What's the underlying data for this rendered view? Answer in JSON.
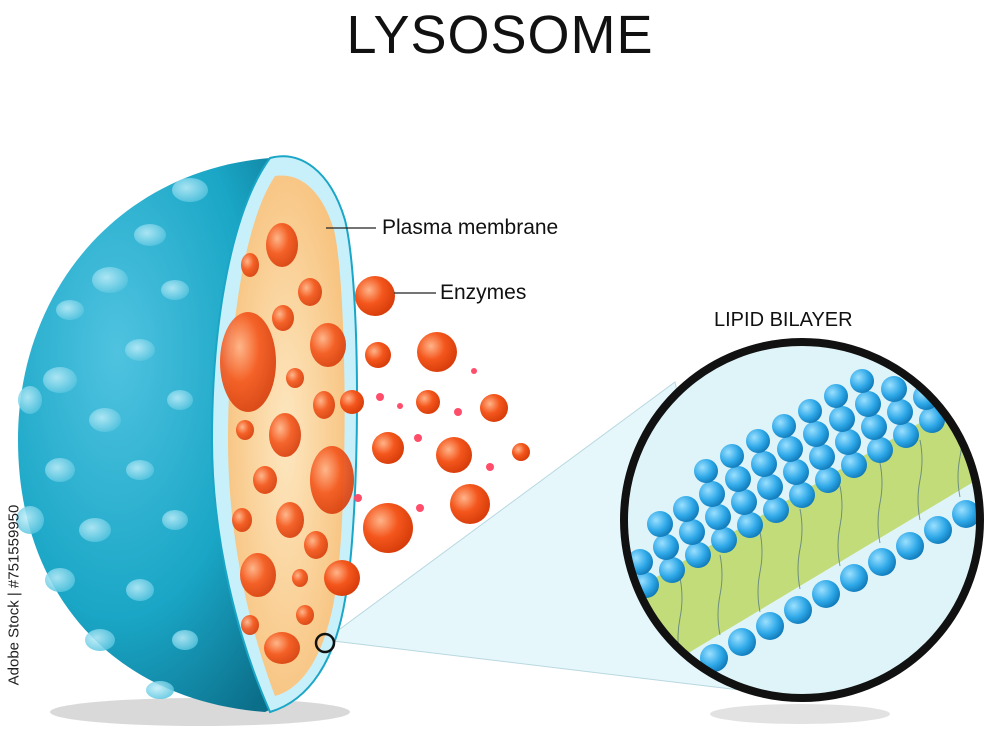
{
  "title": "LYSOSOME",
  "labels": {
    "plasma_membrane": "Plasma membrane",
    "enzymes": "Enzymes",
    "lipid_bilayer": "LIPID BILAYER"
  },
  "stock_id": "Adobe Stock | #751559950",
  "colors": {
    "membrane_teal": "#1aa6c6",
    "membrane_dark": "#0d7f9c",
    "interior": "#fbd8a0",
    "enzyme": "#f4561c",
    "lipid_head": "#2ea8e8",
    "lipid_tail": "#b9d66a",
    "lens_bg": "#dff4f8"
  }
}
